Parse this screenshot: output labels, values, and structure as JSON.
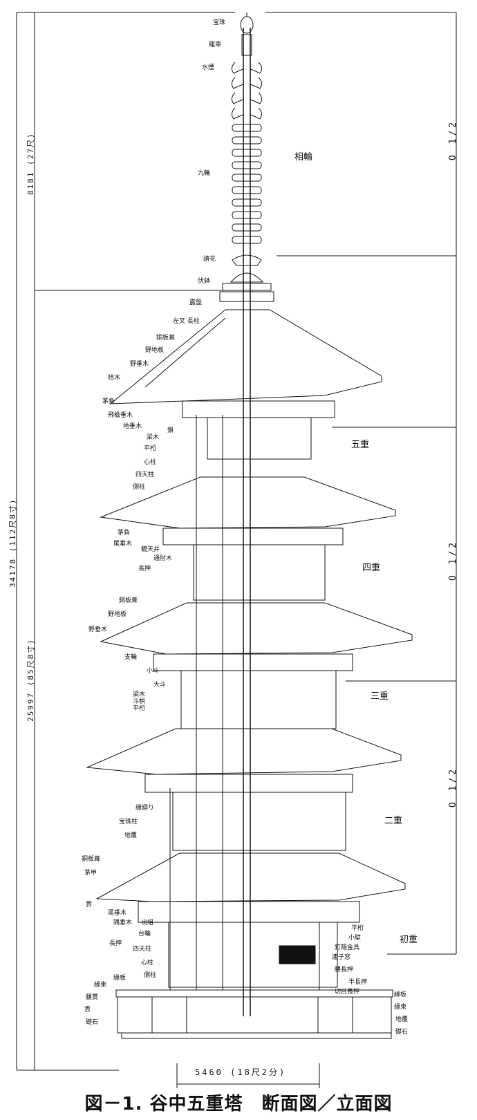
{
  "caption": "図－1. 谷中五重塔　断面図／立面図",
  "dimensions": {
    "total_height": "34178 (112尺8寸)",
    "upper_height": "8181 (27尺)",
    "lower_height": "25997 (85尺8寸)",
    "base_width": "5460 (18尺2分)",
    "ratio_top": "O 1/2",
    "ratio_mid": "O 1/2",
    "ratio_low": "O 1/2"
  },
  "sections": {
    "sorin": "相輪",
    "fifth": "五重",
    "fourth": "四重",
    "third": "三重",
    "second": "二重",
    "first": "初重"
  },
  "labels": {
    "hoju": "宝珠",
    "ryusha": "龍車",
    "suien": "水煙",
    "kurin": "九輪",
    "ukebana": "請花",
    "fukubachi": "伏鉢",
    "roban": "露盤",
    "sasu": "左叉 長柱",
    "dohan": "銅板葺",
    "nojiita": "野地板",
    "notaruki": "野垂木",
    "hanegi": "桔木",
    "kayaoi": "茅負",
    "hienjitaruki": "飛檐垂木",
    "jitaruki": "地垂木",
    "kusari": "鎖",
    "keta": "梁木",
    "hiraketa": "平桁",
    "shinbashira": "心柱",
    "shitenbashira": "四天柱",
    "gawabashira": "側柱",
    "kayaoi2": "茅負",
    "jitaruki2": "尾垂木",
    "tenjo": "鏡天井",
    "toshiki": "通肘木",
    "nageshi": "長押",
    "dohan2": "銅板葺",
    "nojiita2": "野地板",
    "notaruki2": "野垂木",
    "shirin": "支輪",
    "kodo": "小斗",
    "daito": "大斗",
    "hariki": "梁木",
    "tokyo": "斗栱",
    "hiraketa2": "平桁",
    "enmawari": "縁廻り",
    "hotobashira": "宝珠柱",
    "jiita": "地覆",
    "dohan3": "銅板葺",
    "kayaoi3": "茅甲",
    "nuki": "貫",
    "otaruki": "尾垂木",
    "kiotaruki": "隅垂木",
    "demitsu": "出組",
    "daiwa": "台輪",
    "nageshi2": "長押",
    "shitenbashira2": "四天柱",
    "shinbashira2": "心柱",
    "gawabashira2": "側柱",
    "enita": "縁板",
    "enzuka": "縁束",
    "koshinuki": "腰貫",
    "kamachi": "貫",
    "isikiso": "礎石",
    "hiraketa3": "平桁",
    "kokabe": "小壁",
    "kugikakushi": "釘隠金具",
    "renjimado": "連子窓",
    "koshinageshi": "腰長押",
    "hannageshi": "半長押",
    "kirime": "切目長押",
    "enita2": "縁板",
    "enzuka2": "縁束",
    "jifuku": "地覆",
    "soseki": "礎石"
  }
}
